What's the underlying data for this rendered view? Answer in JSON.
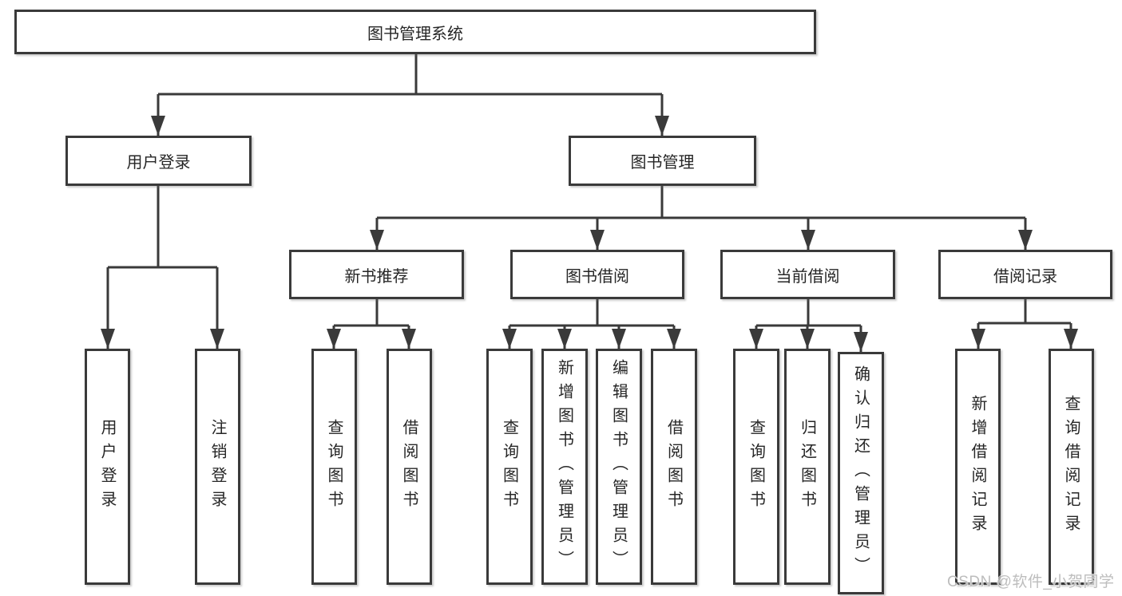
{
  "colors": {
    "background": "#ffffff",
    "line": "#3a3a3a",
    "text": "#262626",
    "watermark": "#bdbdbd"
  },
  "tree": {
    "root": "图书管理系统",
    "user_login": {
      "label": "用户登录",
      "children": {
        "login": "用户登录",
        "logout": "注销登录"
      }
    },
    "book_mgmt": {
      "label": "图书管理",
      "new_book_rec": {
        "label": "新书推荐",
        "children": {
          "query": "查询图书",
          "borrow": "借阅图书"
        }
      },
      "book_borrow": {
        "label": "图书借阅",
        "children": {
          "query": "查询图书",
          "add": "新增图书（管理员）",
          "edit": "编辑图书（管理员）",
          "borrow": "借阅图书"
        }
      },
      "current_borrow": {
        "label": "当前借阅",
        "children": {
          "query": "查询图书",
          "return": "归还图书",
          "confirm": "确认归还（管理员）"
        }
      },
      "borrow_record": {
        "label": "借阅记录",
        "children": {
          "add": "新增借阅记录",
          "query": "查询借阅记录"
        }
      }
    }
  },
  "watermark": {
    "text": "CSDN @软件_小贺同学"
  }
}
